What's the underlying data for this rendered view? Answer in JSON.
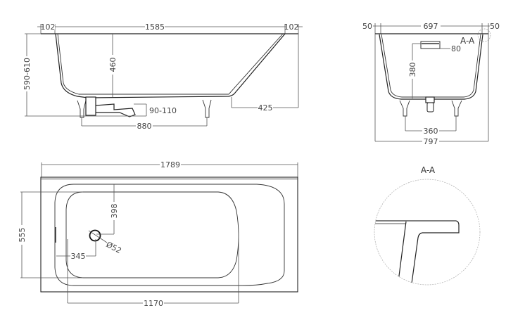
{
  "side_view": {
    "rim_left": "102",
    "length": "1585",
    "rim_right": "102",
    "height": "590-610",
    "depth": "460",
    "drain_height": "90-110",
    "leg_spacing": "880",
    "slope_offset": "425"
  },
  "end_view": {
    "rim_left": "50",
    "width": "697",
    "rim_right": "50",
    "section_marker": "A-A",
    "overflow_size": "80",
    "overflow_height": "380",
    "leg_spacing": "360",
    "total_width": "797"
  },
  "top_view": {
    "total_length": "1789",
    "inner_width": "555",
    "drain_offset_y": "398",
    "drain_diameter": "Ø52",
    "drain_offset_x": "345",
    "bottom_length": "1170"
  },
  "section": {
    "title": "A-A"
  }
}
